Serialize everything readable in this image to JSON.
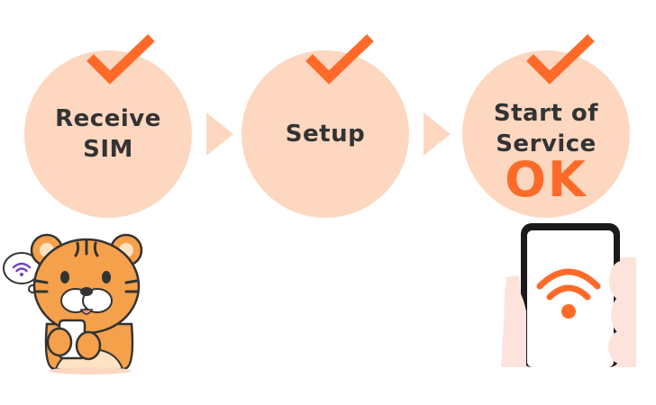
{
  "colors": {
    "circle": "#fdd7c0",
    "check": "#ff6a28",
    "arrow": "#fdd7c0",
    "ok": "#ff6a28",
    "text": "#333333"
  },
  "steps": [
    {
      "label_line1": "Receive",
      "label_line2": "SIM"
    },
    {
      "label_line1": "Setup"
    },
    {
      "label_line1": "Start of",
      "label_line2": "Service",
      "status": "OK"
    }
  ],
  "icons": {
    "check": "check-icon",
    "arrow": "arrow-right-icon",
    "wifi": "wifi-icon",
    "mascot": "tiger-mascot",
    "phone": "smartphone-icon"
  }
}
